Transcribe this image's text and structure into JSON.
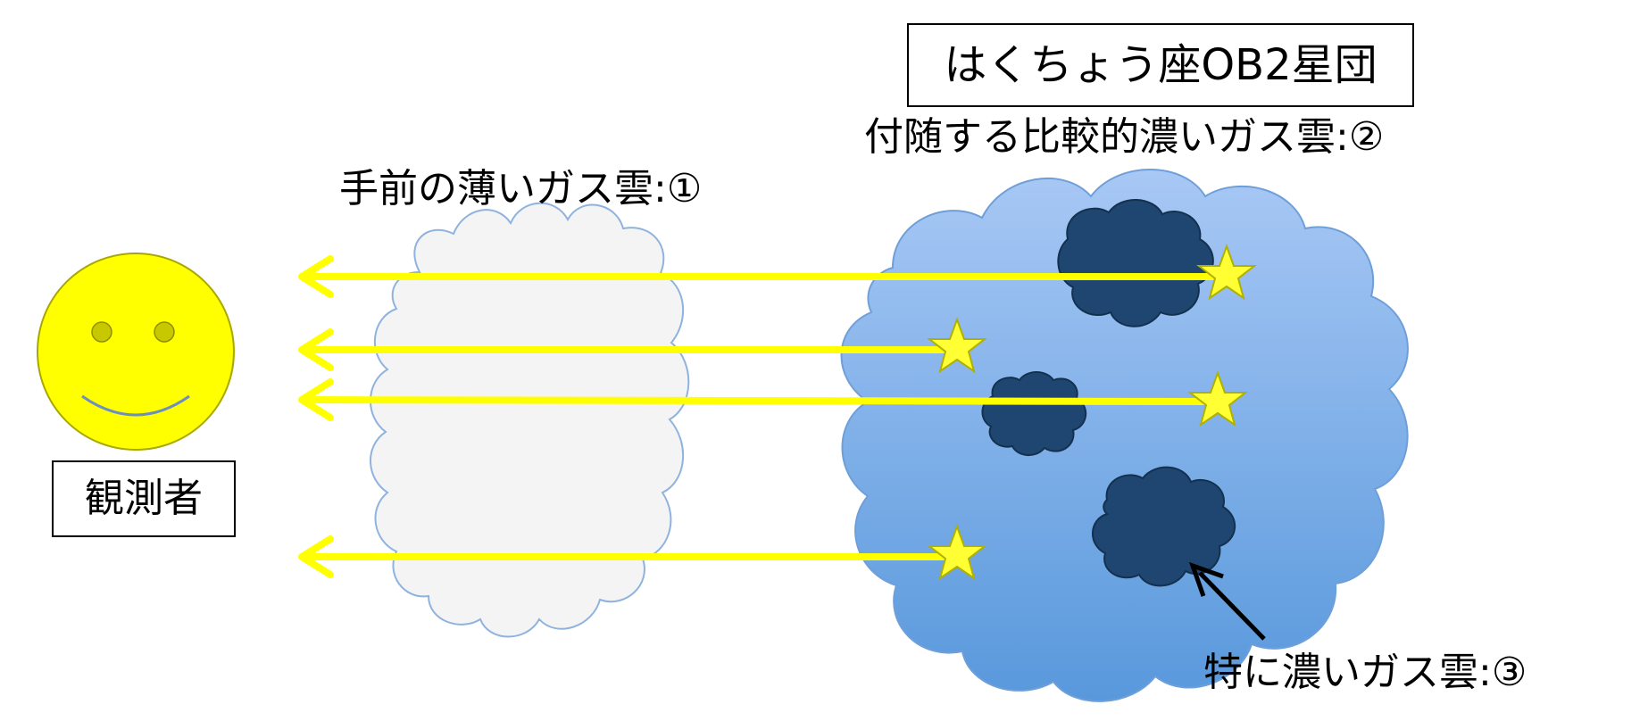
{
  "observer": {
    "label": "観測者",
    "face_color": "#ffff00",
    "eye_color": "#c8c800"
  },
  "cluster": {
    "title": "はくちょう座OB2星団"
  },
  "clouds": {
    "thin_foreground": {
      "label": "手前の薄いガス雲:①",
      "fill": "#f4f4f4",
      "stroke": "#8fb3de"
    },
    "associated_dense": {
      "label": "付随する比較的濃いガス雲:②",
      "fill_top": "#a8c8f5",
      "fill_bottom": "#5898dc"
    },
    "very_dense": {
      "label": "特に濃いガス雲:③",
      "fill": "#1e4670"
    }
  },
  "colors": {
    "light_ray": "#ffff00",
    "star_fill": "#ffff33",
    "star_stroke": "#b0b000",
    "pointer_arrow": "#000000"
  }
}
